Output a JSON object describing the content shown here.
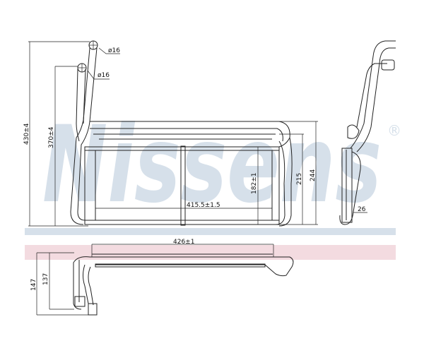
{
  "watermark": {
    "brand": "Nissens",
    "registered": "®",
    "color": "#d6e0ea"
  },
  "bands": {
    "blue": "#d6e0ea",
    "pink": "#f3dbe0"
  },
  "dimensions": {
    "pipe_diameter_1": "ø16",
    "pipe_diameter_2": "ø16",
    "total_height": "430±4",
    "pipe_height": "370±4",
    "core_width": "415.5±1.5",
    "core_height": "182±1",
    "height_215": "215",
    "height_244": "244",
    "depth": "26",
    "total_width": "426±1",
    "bottom_height_147": "147",
    "bottom_height_137": "137"
  }
}
